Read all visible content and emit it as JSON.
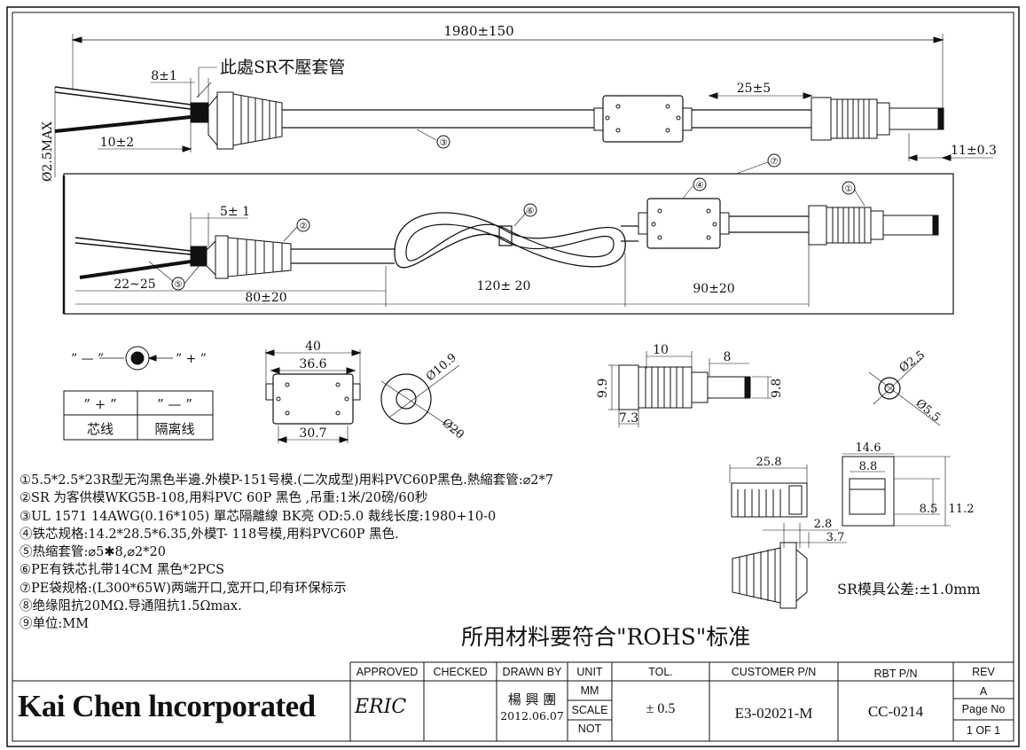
{
  "drawing": {
    "top": {
      "total_length": "1980±150",
      "strip_len": "8±1",
      "note_sr": "此處SR不壓套管",
      "wire_len": "10±2",
      "od_max": "Ø2.5MAX",
      "plug_len": "25±5",
      "tip_len": "11±0.3",
      "cable_item": "③"
    },
    "bottom": {
      "item_bag": "⑦",
      "item_core": "④",
      "item_plug": "①",
      "item_tie": "⑥",
      "item_sr": "②",
      "item_shrink": "⑤",
      "strip_len": "5± 1",
      "split_len": "22~25",
      "sr_to_loop": "80±20",
      "loop_len": "120± 20",
      "core_to_plug": "90±20"
    },
    "polarity": {
      "minus": "” — ”",
      "plus": "” + ”",
      "hdr_plus": "” + ”",
      "hdr_minus": "” — ”",
      "val_plus": "芯线",
      "val_minus": "隔离线"
    },
    "core_dims": {
      "w_outer": "40",
      "w_mid": "36.6",
      "w_bottom": "30.7"
    },
    "core_end": {
      "od": "Ø10.9",
      "id": "Ø20"
    },
    "plug_dims": {
      "a": "10",
      "b": "8",
      "h_left": "9.9",
      "h_right": "9.8",
      "base": "7.3"
    },
    "plug_end": {
      "inner": "Ø2.5",
      "outer": "Ø5.5"
    },
    "sr_dims": {
      "len": "25.8",
      "d1": "2.8",
      "d2": "3.7"
    },
    "sr_end": {
      "w": "14.6",
      "w_in": "8.8",
      "h_in": "8.5",
      "h": "11.2"
    }
  },
  "notes": [
    "①5.5*2.5*23R型无沟黑色半邊.外模P-151号模.(二次成型)用料PVC60P黑色.熱縮套管:⌀2*7",
    "②SR 为客供模WKG5B-108,用料PVC 60P 黑色 ,吊重:1米/20磅/60秒",
    "③UL 1571 14AWG(0.16*105) 單芯隔離線 BK亮 OD:5.0 裁线长度:1980+10-0",
    "④铁芯规格:14.2*28.5*6.35,外模T- 118号模,用料PVC60P 黑色.",
    "⑤热缩套管:⌀5✱8,⌀2*20",
    "⑥PE有铁芯扎带14CM 黑色*2PCS",
    "⑦PE袋规格:(L300*65W)两端开口,宽开口,印有环保标示",
    "⑧绝缘阻抗20MΩ.导通阻抗1.5Ωmax.",
    "⑨单位:MM"
  ],
  "rohs": "所用材料要符合\"ROHS\"标准",
  "sr_tolerance": "SR模具公差:±1.0mm",
  "titleblock": {
    "company": "Kai Chen lncorporated",
    "approved": "APPROVED",
    "checked": "CHECKED",
    "drawn_by": "DRAWN BY",
    "unit": "UNIT",
    "tol": "TOL.",
    "customer_pn": "CUSTOMER P/N",
    "rbt_pn": "RBT P/N",
    "rev": "REV",
    "signature": "ERIC",
    "drawer": "楊 興 團",
    "date": "2012.06.07",
    "unit_mm": "MM",
    "unit_scale": "SCALE",
    "unit_not": "NOT",
    "tol_value": "± 0.5",
    "customer_pn_value": "E3-02021-M",
    "rbt_pn_value": "CC-0214",
    "rev_value": "A",
    "page_no": "Page No",
    "page_value": "1 OF 1"
  }
}
